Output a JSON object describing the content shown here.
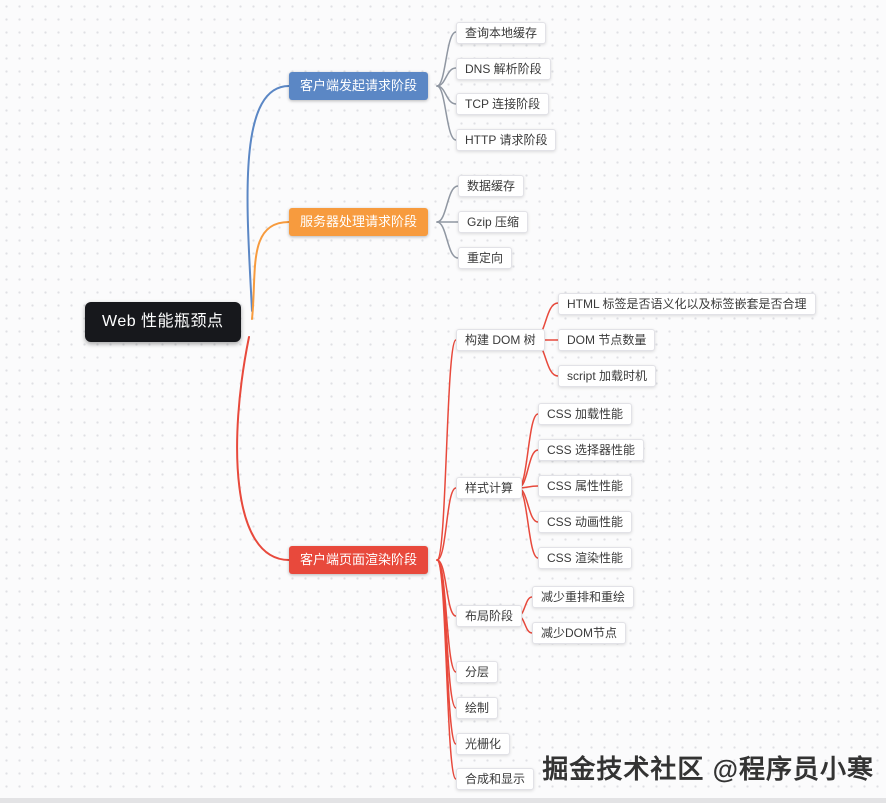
{
  "root": {
    "label": "Web 性能瓶颈点"
  },
  "branches": [
    {
      "label": "客户端发起请求阶段",
      "color": "#5b87c5",
      "children": [
        {
          "label": "查询本地缓存"
        },
        {
          "label": "DNS 解析阶段"
        },
        {
          "label": "TCP 连接阶段"
        },
        {
          "label": "HTTP 请求阶段"
        }
      ]
    },
    {
      "label": "服务器处理请求阶段",
      "color": "#f79b3e",
      "children": [
        {
          "label": "数据缓存"
        },
        {
          "label": "Gzip 压缩"
        },
        {
          "label": "重定向"
        }
      ]
    },
    {
      "label": "客户端页面渲染阶段",
      "color": "#e8493c",
      "children": [
        {
          "label": "构建 DOM 树",
          "children": [
            {
              "label": "HTML 标签是否语义化以及标签嵌套是否合理"
            },
            {
              "label": "DOM 节点数量"
            },
            {
              "label": "script 加载时机"
            }
          ]
        },
        {
          "label": "样式计算",
          "children": [
            {
              "label": "CSS 加载性能"
            },
            {
              "label": "CSS 选择器性能"
            },
            {
              "label": "CSS 属性性能"
            },
            {
              "label": "CSS 动画性能"
            },
            {
              "label": "CSS 渲染性能"
            }
          ]
        },
        {
          "label": "布局阶段",
          "children": [
            {
              "label": "减少重排和重绘"
            },
            {
              "label": "减少DOM节点"
            }
          ]
        },
        {
          "label": "分层"
        },
        {
          "label": "绘制"
        },
        {
          "label": "光栅化"
        },
        {
          "label": "合成和显示"
        }
      ]
    }
  ],
  "colors": {
    "blue": "#5b87c5",
    "orange": "#f79b3e",
    "red": "#e8493c",
    "edge_gray": "#9097a2",
    "root_bg": "#17181c"
  },
  "watermark": "掘金技术社区 @程序员小寒"
}
